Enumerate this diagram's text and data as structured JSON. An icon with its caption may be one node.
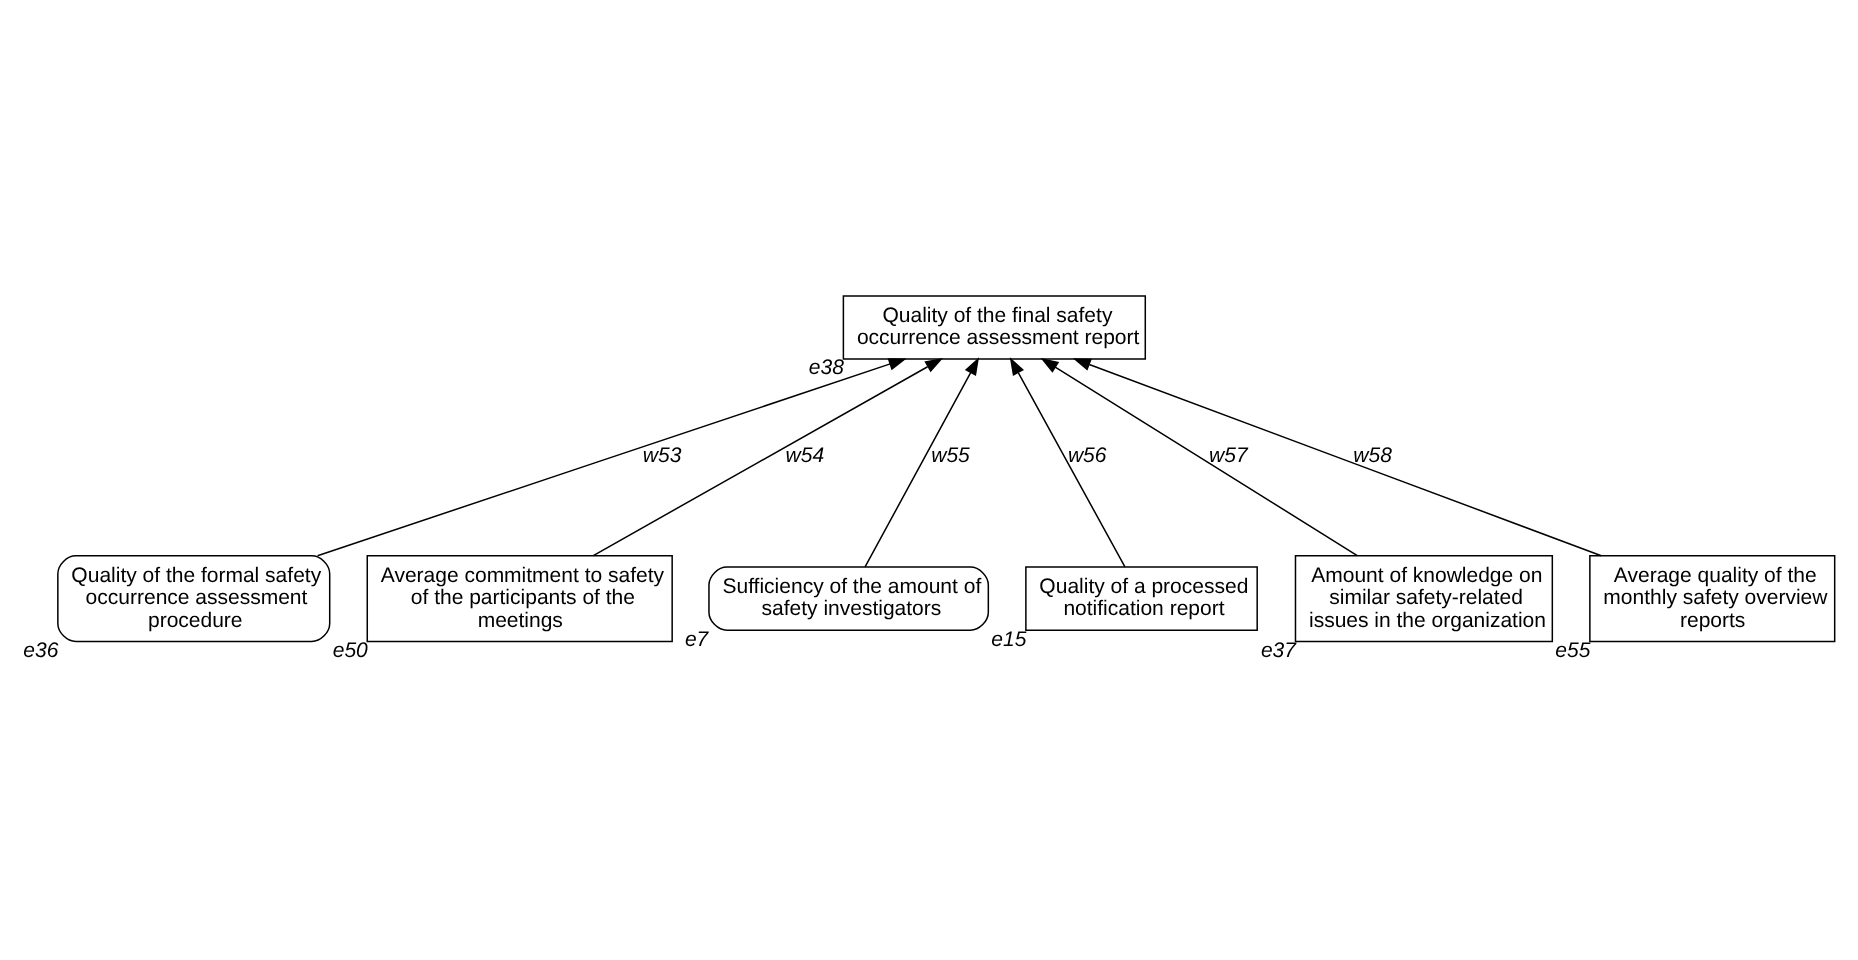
{
  "diagram": {
    "nodes": [
      {
        "text": [
          "Quality of the final safety occurrence assessment report"
        ],
        "beside": [
          "e38"
        ]
      },
      {
        "text": [
          "Quality of the formal safety occurrence assessment procedure"
        ],
        "beside": [
          "e36"
        ]
      },
      {
        "text": [
          "Average commitment to safety of the participants of the meetings"
        ],
        "beside": [
          "e50"
        ]
      },
      {
        "text": [
          "Sufficiency of the amount of safety investigators"
        ],
        "beside": [
          "e7"
        ]
      },
      {
        "text": [
          "Quality of a processed notification report"
        ],
        "beside": [
          "e15"
        ]
      },
      {
        "text": [
          "Amount of knowledge on similar safety-related issues in the organization"
        ],
        "beside": [
          "e37"
        ]
      },
      {
        "text": [
          "Average quality of the monthly safety overview reports"
        ],
        "beside": [
          "e55"
        ]
      }
    ],
    "edges": [
      {
        "from": 1,
        "to": 0,
        "arrow": "to",
        "label": "w53"
      },
      {
        "from": 2,
        "to": 0,
        "arrow": "to",
        "label": "w54"
      },
      {
        "from": 3,
        "to": 0,
        "arrow": "to",
        "label": "w55"
      },
      {
        "from": 4,
        "to": 0,
        "arrow": "to",
        "label": "w56"
      },
      {
        "from": 5,
        "to": 0,
        "arrow": "to",
        "label": "w57"
      },
      {
        "from": 6,
        "to": 0,
        "arrow": "to",
        "label": "w58"
      }
    ]
  }
}
